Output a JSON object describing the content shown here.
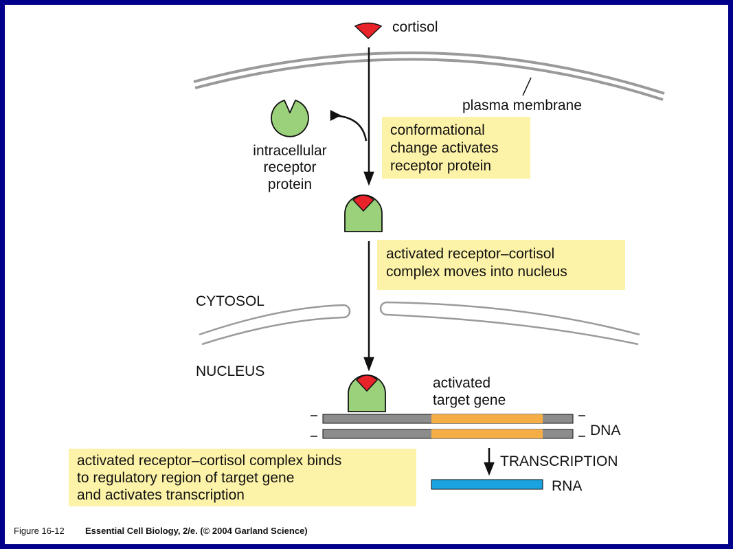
{
  "labels": {
    "cortisol": "cortisol",
    "plasma_membrane": "plasma membrane",
    "receptor": [
      "intracellular",
      "receptor",
      "protein"
    ],
    "cytosol": "CYTOSOL",
    "nucleus": "NUCLEUS",
    "target_gene": [
      "activated",
      "target gene"
    ],
    "dna": "DNA",
    "transcription": "TRANSCRIPTION",
    "rna": "RNA"
  },
  "notes": {
    "conformational": [
      "conformational",
      "change activates",
      "receptor protein"
    ],
    "moves": [
      "activated receptor–cortisol",
      "complex moves into nucleus"
    ],
    "binds": [
      "activated receptor–cortisol complex binds",
      "to regulatory region of target gene",
      "and activates transcription"
    ]
  },
  "caption": {
    "figure": "Figure 16-12",
    "book": "Essential Cell Biology, 2/e. (© 2004 Garland Science)"
  },
  "colors": {
    "border": "#00008b",
    "note_bg": "#fdf3a8",
    "cortisol": "#e8232a",
    "receptor": "#9bd17b",
    "membrane": "#9a9a9a",
    "dna": "#8c8c8c",
    "gene": "#f5ae45",
    "rna": "#1aa3e0"
  }
}
